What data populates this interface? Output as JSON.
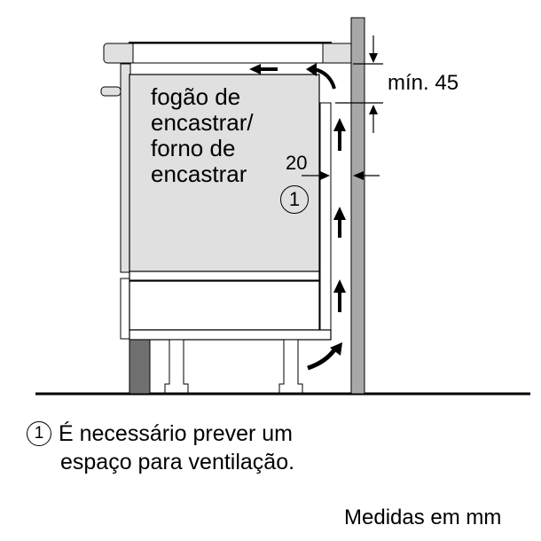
{
  "diagram": {
    "appliance_label": "fogão de encastrar/ forno de encastrar",
    "appliance_lines": [
      "fogão de",
      "encastrar/",
      "forno de",
      "encastrar"
    ],
    "dimension_top": "mín. 45",
    "dimension_gap": "20",
    "callout_marker": "1"
  },
  "legend": {
    "marker": "1",
    "line1": "É necessário prever um",
    "line2": "espaço para ventilação."
  },
  "footer": {
    "units": "Medidas em mm"
  },
  "colors": {
    "panel_gray": "#e0e0e0",
    "wall_gray": "#a8a8a8",
    "dark_plinth": "#707070",
    "line": "#000000"
  }
}
